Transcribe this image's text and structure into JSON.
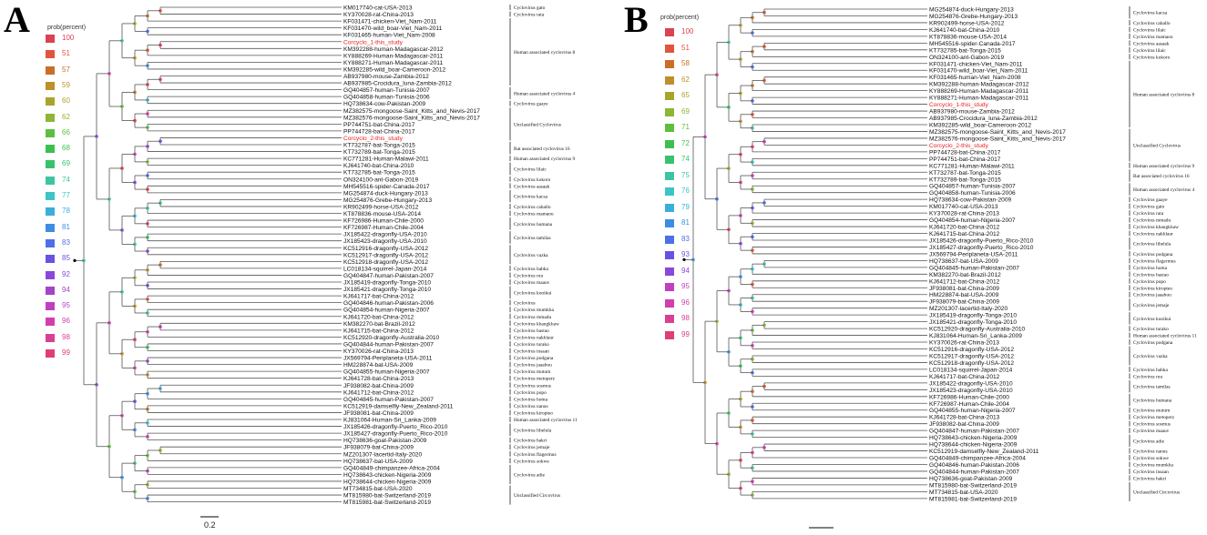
{
  "panelA": {
    "letter": "A",
    "legend_title": "prob(percent)",
    "legend": [
      {
        "label": "100",
        "color": "#d94452"
      },
      {
        "label": "51",
        "color": "#e0563c"
      },
      {
        "label": "57",
        "color": "#c96f2a"
      },
      {
        "label": "59",
        "color": "#bf8f2a"
      },
      {
        "label": "60",
        "color": "#a8a52c"
      },
      {
        "label": "62",
        "color": "#8fb536"
      },
      {
        "label": "66",
        "color": "#5cbf3f"
      },
      {
        "label": "68",
        "color": "#3cc052"
      },
      {
        "label": "69",
        "color": "#39c26d"
      },
      {
        "label": "74",
        "color": "#3ec4a3"
      },
      {
        "label": "77",
        "color": "#3ec4c4"
      },
      {
        "label": "78",
        "color": "#3aaed8"
      },
      {
        "label": "81",
        "color": "#3d8ee0"
      },
      {
        "label": "83",
        "color": "#4f6fe5"
      },
      {
        "label": "85",
        "color": "#6a52e0"
      },
      {
        "label": "92",
        "color": "#8a48d8"
      },
      {
        "label": "94",
        "color": "#a544c9"
      },
      {
        "label": "95",
        "color": "#bf3fc0"
      },
      {
        "label": "96",
        "color": "#d13fae"
      },
      {
        "label": "98",
        "color": "#da3f93"
      },
      {
        "label": "99",
        "color": "#df3e77"
      }
    ],
    "scale_label": "0.2",
    "tips": [
      "KM017740-cat-USA-2013",
      "KY370028-rat-China-2013",
      "KF031471-chicken-Viet_Nam-2011",
      "KF031470-wild_boar-Viet_Nam-2011",
      "KF031465-human-Viet_Nam-2008",
      "Corcyclo_1-this_study",
      "KM392288-human-Madagascar-2012",
      "KY888269-Human-Madagascar-2011",
      "KY888271-Human-Madagascar-2011",
      "KM392285-wild_boar-Cameroon-2012",
      "AB937980-mouse-Zambia-2012",
      "AB937985-Crocidura_luna-Zambia-2012",
      "GQ404857-human-Tunisia-2007",
      "GQ404858-human-Tunisia-2006",
      "HQ738634-cow-Pakistan-2009",
      "MZ382575-mongoose-Saint_Kitts_and_Nevis-2017",
      "MZ382576-mongoose-Saint_Kitts_and_Nevis-2017",
      "PP744751-bat-China-2017",
      "PP744728-bat-China-2017",
      "Corcyclo_2-this_study",
      "KT732787-bat-Tonga-2015",
      "KT732789-bat-Tonga-2015",
      "KC771281-Human-Malawi-2011",
      "KJ641740-bat-China-2010",
      "KT732785-bat-Tonga-2015",
      "ON324100-ant-Gabon-2019",
      "MH545516-spider-Canada-2017",
      "MG254874-duck-Hungary-2013",
      "MG254876-Grebe-Hungary-2013",
      "KR902499-horse-USA-2012",
      "KT878836-mouse-USA-2014",
      "KF726986-Human-Chile-2000",
      "KF726987-Human-Chile-2004",
      "JX185422-dragonfly-USA-2010",
      "JX185423-dragonfly-USA-2010",
      "KC512916-dragonfly-USA-2012",
      "KC512917-dragonfly-USA-2012",
      "KC512918-dragonfly-USA-2012",
      "LC018134-squirrel-Japan-2014",
      "GQ404847-human-Pakistan-2007",
      "JX185419-dragonfly-Tonga-2010",
      "JX185421-dragonfly-Tonga-2010",
      "KJ641717-bat-China-2012",
      "GQ404846-human-Pakistan-2006",
      "GQ404854-human-Nigeria-2007",
      "KJ641720-bat-China-2012",
      "KM382270-bat-Brazil-2012",
      "KJ641715-bat-China-2012",
      "KC512920-dragonfly-Australia-2010",
      "GQ404844-human-Pakistan-2007",
      "KY370026-rat-China-2013",
      "JX569794-Periplaneta-USA-2011",
      "HM228874-bat-USA-2009",
      "GQ404855-human-Nigeria-2007",
      "KJ641728-bat-China-2013",
      "JF938082-bat-China-2009",
      "KJ641712-bat-China-2012",
      "GQ404845-human-Pakistan-2007",
      "KC512919-damselfly-New_Zealand-2011",
      "JF938081-bat-China-2009",
      "KJ831064-Human-Sri_Lanka-2009",
      "JX185426-dragonfly-Puerto_Rico-2010",
      "JX185427-dragonfly-Puerto_Rico-2010",
      "HQ738636-goat-Pakistan-2009",
      "JF938079-bat-China-2009",
      "MZ201307-lacertid-Italy-2020",
      "HQ738637-bat-USA-2009",
      "GQ404849-chimpanzee-Africa-2004",
      "HQ738643-chicken-Nigeria-2009",
      "HQ738644-chicken-Nigeria-2009",
      "MT734815-bat-USA-2020",
      "MT815980-bat-Switzerland-2019",
      "MT815981-bat-Switzerland-2019"
    ],
    "clades": [
      {
        "label": "Cyclovirus gato",
        "from": 0,
        "to": 0
      },
      {
        "label": "Cyclovirus rata",
        "from": 1,
        "to": 1
      },
      {
        "label": "Human associated cyclovirus 8",
        "from": 2,
        "to": 11
      },
      {
        "label": "Human associated cyclovirus 4",
        "from": 12,
        "to": 13
      },
      {
        "label": "Cyclovirus gaaye",
        "from": 14,
        "to": 14
      },
      {
        "label": "Unclassified Cyclovirus",
        "from": 15,
        "to": 19
      },
      {
        "label": "Bat associated cyclovirus 16",
        "from": 20,
        "to": 21
      },
      {
        "label": "Human associated cyclovirus 9",
        "from": 22,
        "to": 22
      },
      {
        "label": "Cyclovirus lilaic",
        "from": 23,
        "to": 24
      },
      {
        "label": "Cyclovirus kokoro",
        "from": 25,
        "to": 25
      },
      {
        "label": "Cyclovirus aasaak",
        "from": 26,
        "to": 26
      },
      {
        "label": "Cyclovirus kacsa",
        "from": 27,
        "to": 28
      },
      {
        "label": "Cyclovirus caballo",
        "from": 29,
        "to": 29
      },
      {
        "label": "Cyclovirus mamaou",
        "from": 30,
        "to": 30
      },
      {
        "label": "Cyclovirus humana",
        "from": 31,
        "to": 32
      },
      {
        "label": "Cyclovirus tamilas",
        "from": 33,
        "to": 34
      },
      {
        "label": "Cyclovirus vazka",
        "from": 35,
        "to": 37
      },
      {
        "label": "Cyclovirus babka",
        "from": 38,
        "to": 38
      },
      {
        "label": "Cyclovirus ruu",
        "from": 39,
        "to": 39
      },
      {
        "label": "Cyclovirus maauv",
        "from": 40,
        "to": 40
      },
      {
        "label": "Cyclovirus kooikui",
        "from": 41,
        "to": 42
      },
      {
        "label": "Cyclovirus",
        "from": 43,
        "to": 43
      },
      {
        "label": "Cyclovirus mumkha",
        "from": 44,
        "to": 44
      },
      {
        "label": "Cyclovirus mmadu",
        "from": 45,
        "to": 45
      },
      {
        "label": "Cyclovirus khangkhaw",
        "from": 46,
        "to": 46
      },
      {
        "label": "Cyclovirus bastao",
        "from": 47,
        "to": 47
      },
      {
        "label": "Cyclovirus nakhlaur",
        "from": 48,
        "to": 48
      },
      {
        "label": "Cyclovirus turako",
        "from": 49,
        "to": 49
      },
      {
        "label": "Cyclovirus insaan",
        "from": 50,
        "to": 50
      },
      {
        "label": "Cyclovirus podgana",
        "from": 51,
        "to": 51
      },
      {
        "label": "Cyclovirus jaaabuu",
        "from": 52,
        "to": 52
      },
      {
        "label": "Cyclovirus mutum",
        "from": 53,
        "to": 53
      },
      {
        "label": "Cyclovirus metoperz",
        "from": 54,
        "to": 54
      },
      {
        "label": "Cyclovirus sosmus",
        "from": 55,
        "to": 55
      },
      {
        "label": "Cyclovirus popo",
        "from": 56,
        "to": 56
      },
      {
        "label": "Cyclovirus homa",
        "from": 57,
        "to": 57
      },
      {
        "label": "Cyclovirus nanus",
        "from": 58,
        "to": 58
      },
      {
        "label": "Cyclovirus kiropteo",
        "from": 59,
        "to": 59
      },
      {
        "label": "Human associated cyclovirus 11",
        "from": 60,
        "to": 60
      },
      {
        "label": "Cyclovirus libelula",
        "from": 61,
        "to": 62
      },
      {
        "label": "Cyclovirus bakri",
        "from": 63,
        "to": 63
      },
      {
        "label": "Cyclovirus jemaje",
        "from": 64,
        "to": 64
      },
      {
        "label": "Cyclovirus flagermus",
        "from": 65,
        "to": 65
      },
      {
        "label": "Cyclovirus sokwe",
        "from": 66,
        "to": 66
      },
      {
        "label": "Cyclovirus adie",
        "from": 67,
        "to": 69
      },
      {
        "label": "Unclassified Circovirus",
        "from": 70,
        "to": 72
      }
    ]
  },
  "panelB": {
    "letter": "B",
    "legend_title": "prob(percent)",
    "legend": [
      {
        "label": "100",
        "color": "#d94452"
      },
      {
        "label": "51",
        "color": "#e0563c"
      },
      {
        "label": "58",
        "color": "#c96f2a"
      },
      {
        "label": "62",
        "color": "#bf8f2a"
      },
      {
        "label": "65",
        "color": "#a8a52c"
      },
      {
        "label": "69",
        "color": "#8fb536"
      },
      {
        "label": "71",
        "color": "#5cbf3f"
      },
      {
        "label": "72",
        "color": "#3cc052"
      },
      {
        "label": "74",
        "color": "#39c26d"
      },
      {
        "label": "75",
        "color": "#3ec4a3"
      },
      {
        "label": "76",
        "color": "#3ec4c4"
      },
      {
        "label": "79",
        "color": "#3aaed8"
      },
      {
        "label": "81",
        "color": "#3d8ee0"
      },
      {
        "label": "83",
        "color": "#4f6fe5"
      },
      {
        "label": "93",
        "color": "#6a52e0"
      },
      {
        "label": "94",
        "color": "#8a48d8"
      },
      {
        "label": "95",
        "color": "#bf3fc0"
      },
      {
        "label": "96",
        "color": "#d13fae"
      },
      {
        "label": "98",
        "color": "#da3f93"
      },
      {
        "label": "99",
        "color": "#df3e77"
      }
    ],
    "tips": [
      "MG254874-duck-Hungary-2013",
      "MG254876-Grebe-Hungary-2013",
      "KR902499-horse-USA-2012",
      "KJ641740-bat-China-2010",
      "KT878836-mouse-USA-2014",
      "MH545516-spider-Canada-2017",
      "KT732785-bat-Tonga-2015",
      "ON324100-ant-Gabon-2019",
      "KF031471-chicken-Viet_Nam-2011",
      "KF031470-wild_boar-Viet_Nam-2011",
      "KF031465-human-Viet_Nam-2008",
      "KM392288-human-Madagascar-2012",
      "KY888269-Human-Madagascar-2011",
      "KY888271-Human-Madagascar-2011",
      "Corcyclo_1-this_study",
      "AB937980-mouse-Zambia-2012",
      "AB937985-Crocidura_luna-Zambia-2012",
      "KM392285-wild_boar-Cameroon-2012",
      "MZ382575-mongoose-Saint_Kitts_and_Nevis-2017",
      "MZ382576-mongoose-Saint_Kitts_and_Nevis-2017",
      "Corcyclo_2-this_study",
      "PP744728-bat-China-2017",
      "PP744751-bat-China-2017",
      "KC771281-Human-Malawi-2011",
      "KT732787-bat-Tonga-2015",
      "KT732789-bat-Tonga-2015",
      "GQ404857-human-Tunisia-2007",
      "GQ404858-human-Tunisia-2006",
      "HQ738634-cow-Pakistan-2009",
      "KM017740-cat-USA-2013",
      "KY370028-rat-China-2013",
      "GQ404854-human-Nigeria-2007",
      "KJ641720-bat-China-2012",
      "KJ641715-bat-China-2012",
      "JX185426-dragonfly-Puerto_Rico-2010",
      "JX185427-dragonfly-Puerto_Rico-2010",
      "JX569794-Periplaneta-USA-2011",
      "HQ738637-bat-USA-2009",
      "GQ404845-human-Pakistan-2007",
      "KM382270-bat-Brazil-2012",
      "KJ641712-bat-China-2012",
      "JF938081-bat-China-2009",
      "HM228874-bat-USA-2009",
      "JF938079-bat-China-2009",
      "MZ201307-lacertid-Italy-2020",
      "JX185419-dragonfly-Tonga-2010",
      "JX185421-dragonfly-Tonga-2010",
      "KC512920-dragonfly-Australia-2010",
      "KJ831064-Human-Sri_Lanka-2009",
      "KY370026-rat-China-2013",
      "KC512916-dragonfly-USA-2012",
      "KC512917-dragonfly-USA-2012",
      "KC512918-dragonfly-USA-2012",
      "LC018134-squirrel-Japan-2014",
      "KJ641717-bat-China-2012",
      "JX185422-dragonfly-USA-2010",
      "JX185423-dragonfly-USA-2010",
      "KF726986-Human-Chile-2000",
      "KF726987-Human-Chile-2004",
      "GQ404855-human-Nigeria-2007",
      "KJ641728-bat-China-2013",
      "JF938082-bat-China-2009",
      "GQ404847-human-Pakistan-2007",
      "HQ738643-chicken-Nigeria-2009",
      "HQ738644-chicken-Nigeria-2009",
      "KC512919-damselfly-New_Zealand-2011",
      "GQ404849-chimpanzee-Africa-2004",
      "GQ404846-human-Pakistan-2006",
      "GQ404844-human-Pakistan-2007",
      "HQ738636-goat-Pakistan-2009",
      "MT815980-bat-Switzerland-2019",
      "MT734815-bat-USA-2020",
      "MT815981-bat-Switzerland-2019"
    ],
    "clades": [
      {
        "label": "Cyclovirus kacsa",
        "from": 0,
        "to": 1
      },
      {
        "label": "Cyclovirus caballo",
        "from": 2,
        "to": 2
      },
      {
        "label": "Cyclovirus lilaic",
        "from": 3,
        "to": 3
      },
      {
        "label": "Cyclovirus mamaou",
        "from": 4,
        "to": 4
      },
      {
        "label": "Cyclovirus aasaak",
        "from": 5,
        "to": 5
      },
      {
        "label": "Cyclovirus lilaic",
        "from": 6,
        "to": 6
      },
      {
        "label": "Cyclovirus kokoro",
        "from": 7,
        "to": 7
      },
      {
        "label": "Human associated cyclovirus 8",
        "from": 8,
        "to": 17
      },
      {
        "label": "Unclassified Cyclovirus",
        "from": 18,
        "to": 22
      },
      {
        "label": "Human associated cyclovirus 9",
        "from": 23,
        "to": 23
      },
      {
        "label": "Bat associated cyclovirus 16",
        "from": 24,
        "to": 25
      },
      {
        "label": "Human associated cyclovirus 4",
        "from": 26,
        "to": 27
      },
      {
        "label": "Cyclovirus gaaye",
        "from": 28,
        "to": 28
      },
      {
        "label": "Cyclovirus gato",
        "from": 29,
        "to": 29
      },
      {
        "label": "Cyclovirus rata",
        "from": 30,
        "to": 30
      },
      {
        "label": "Cyclovirus mmadu",
        "from": 31,
        "to": 31
      },
      {
        "label": "Cyclovirus khangkhaw",
        "from": 32,
        "to": 32
      },
      {
        "label": "Cyclovirus nakhlaur",
        "from": 33,
        "to": 33
      },
      {
        "label": "Cyclovirus libelula",
        "from": 34,
        "to": 35
      },
      {
        "label": "Cyclovirus podgana",
        "from": 36,
        "to": 36
      },
      {
        "label": "Cyclovirus flagermus",
        "from": 37,
        "to": 37
      },
      {
        "label": "Cyclovirus homa",
        "from": 38,
        "to": 38
      },
      {
        "label": "Cyclovirus bastao",
        "from": 39,
        "to": 39
      },
      {
        "label": "Cyclovirus popo",
        "from": 40,
        "to": 40
      },
      {
        "label": "Cyclovirus kiropteo",
        "from": 41,
        "to": 41
      },
      {
        "label": "Cyclovirus jaaabuu",
        "from": 42,
        "to": 42
      },
      {
        "label": "Cyclovirus jemaje",
        "from": 43,
        "to": 44
      },
      {
        "label": "Cyclovirus kooikui",
        "from": 45,
        "to": 46
      },
      {
        "label": "Cyclovirus turako",
        "from": 47,
        "to": 47
      },
      {
        "label": "Human associated cyclovirus 11",
        "from": 48,
        "to": 48
      },
      {
        "label": "Cyclovirus podgana",
        "from": 49,
        "to": 49
      },
      {
        "label": "Cyclovirus vazka",
        "from": 50,
        "to": 52
      },
      {
        "label": "Cyclovirus babka",
        "from": 53,
        "to": 53
      },
      {
        "label": "Cyclovirus ruu",
        "from": 54,
        "to": 54
      },
      {
        "label": "Cyclovirus tamilas",
        "from": 55,
        "to": 56
      },
      {
        "label": "Cyclovirus humana",
        "from": 57,
        "to": 58
      },
      {
        "label": "Cyclovirus mutum",
        "from": 59,
        "to": 59
      },
      {
        "label": "Cyclovirus metoperz",
        "from": 60,
        "to": 60
      },
      {
        "label": "Cyclovirus sosmus",
        "from": 61,
        "to": 61
      },
      {
        "label": "Cyclovirus maauv",
        "from": 62,
        "to": 62
      },
      {
        "label": "Cyclovirus adie",
        "from": 63,
        "to": 64
      },
      {
        "label": "Cyclovirus nanus",
        "from": 65,
        "to": 65
      },
      {
        "label": "Cyclovirus sokwe",
        "from": 66,
        "to": 66
      },
      {
        "label": "Cyclovirus mumkha",
        "from": 67,
        "to": 67
      },
      {
        "label": "Cyclovirus insaan",
        "from": 68,
        "to": 68
      },
      {
        "label": "Cyclovirus bakri",
        "from": 69,
        "to": 69
      },
      {
        "label": "Unclassified Circovirus",
        "from": 70,
        "to": 72
      }
    ]
  },
  "colors": {
    "highlight": "#e8201e",
    "branch": "#555555",
    "clade_bar": "#222222"
  }
}
